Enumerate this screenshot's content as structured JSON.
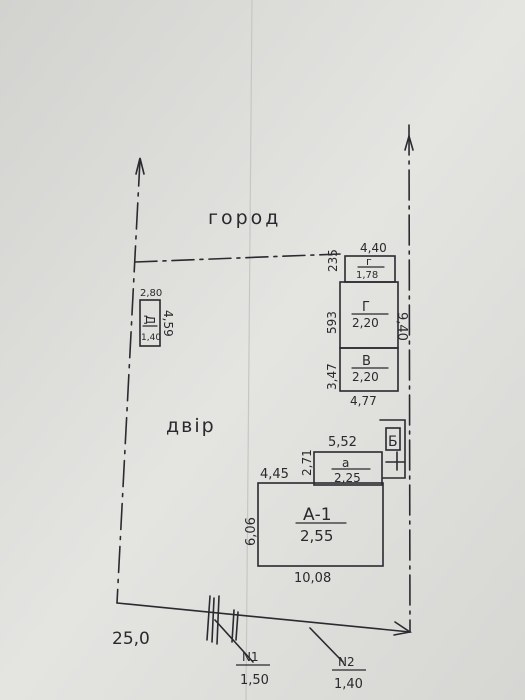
{
  "plan": {
    "garden_label": "город",
    "yard_label": "двір",
    "dims": {
      "lot_right_side": "9,40",
      "lot_bottom_left": "25,0",
      "shed_g_top": "4,40",
      "shed_g_left": "235",
      "shed_g_p_left": "593",
      "shed_v_left": "3,47",
      "shed_bottom": "4,77",
      "porch_top": "5,52",
      "porch_left": "2,71",
      "house_top_left": "4,45",
      "house_left": "6,06",
      "house_bottom": "10,08",
      "small_top": "2,80",
      "small_right": "4,59"
    },
    "buildings": {
      "g": {
        "letter": "г",
        "height": "1,78"
      },
      "p": {
        "letter": "Г",
        "height": "2,20"
      },
      "v": {
        "letter": "В",
        "height": "2,20"
      },
      "b": {
        "letter": "Б"
      },
      "a1": {
        "letter": "А-1",
        "height": "2,55"
      },
      "a": {
        "letter": "а",
        "height": "2,25"
      },
      "d": {
        "letter": "Д",
        "height": "1,40"
      }
    },
    "fences": {
      "n1": {
        "label": "N1",
        "height": "1,50"
      },
      "n2": {
        "label": "N2",
        "height": "1,40"
      }
    }
  }
}
